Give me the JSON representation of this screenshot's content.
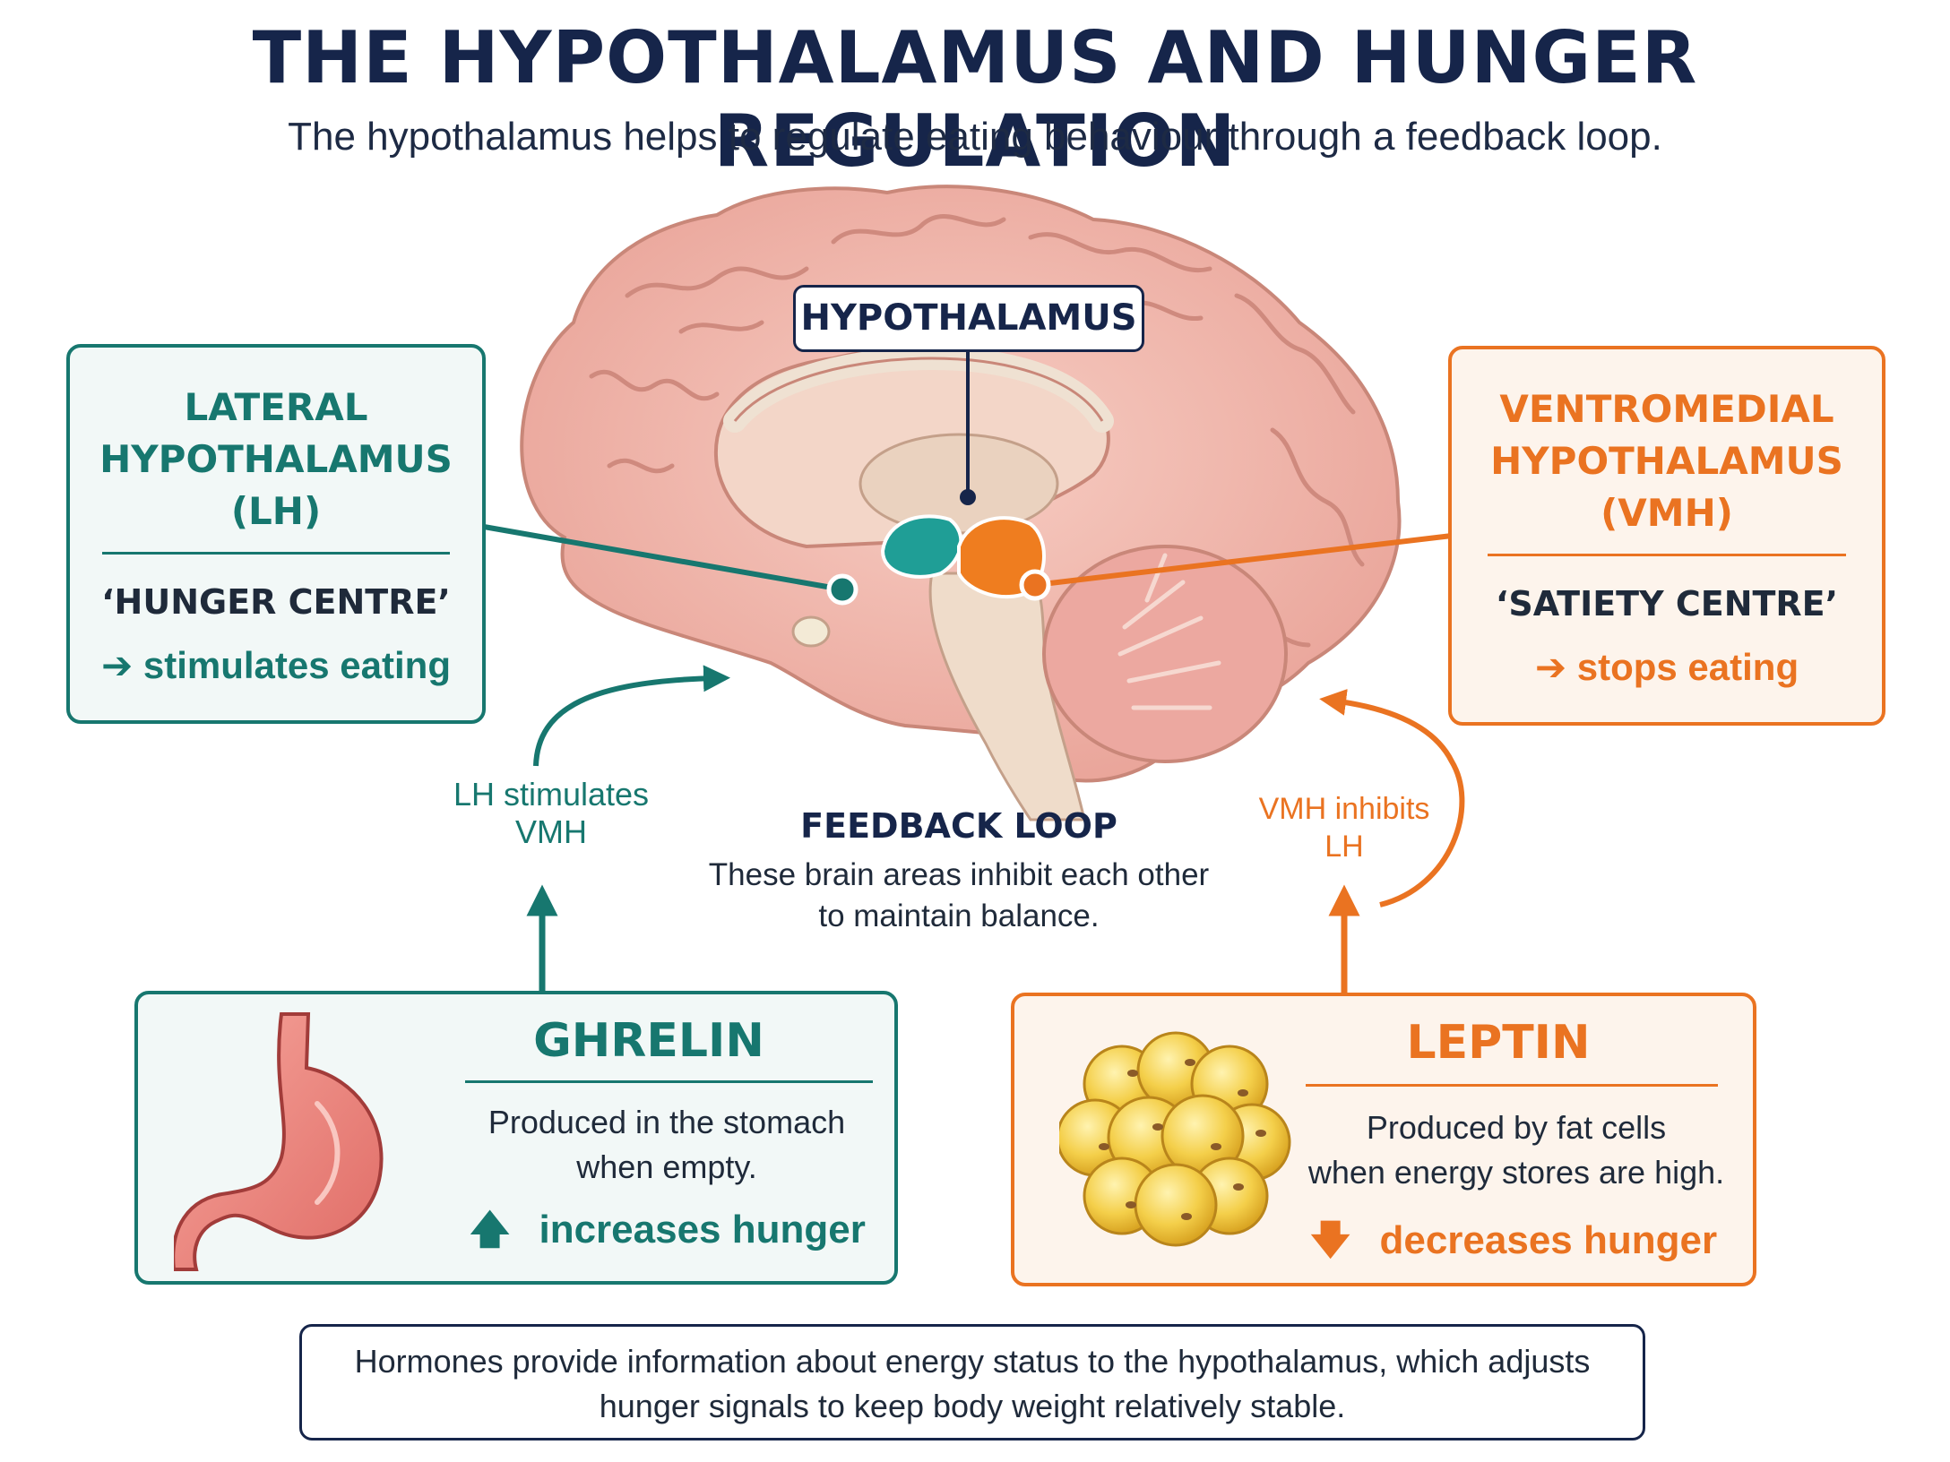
{
  "title": "THE HYPOTHALAMUS AND HUNGER REGULATION",
  "subtitle": "The hypothalamus helps to regulate eating behaviour through a feedback loop.",
  "hypothalamus_label": "HYPOTHALAMUS",
  "lh": {
    "heading_1": "LATERAL",
    "heading_2": "HYPOTHALAMUS",
    "heading_3": "(LH)",
    "nickname": "‘HUNGER CENTRE’",
    "effect": "stimulates eating"
  },
  "vmh": {
    "heading_1": "VENTROMEDIAL",
    "heading_2": "HYPOTHALAMUS",
    "heading_3": "(VMH)",
    "nickname": "‘SATIETY CENTRE’",
    "effect": "stops eating"
  },
  "loop_left_1": "LH stimulates",
  "loop_left_2": "VMH",
  "loop_right_1": "VMH inhibits",
  "loop_right_2": "LH",
  "feedback": {
    "title": "FEEDBACK LOOP",
    "line_1": "These brain areas inhibit each other",
    "line_2": "to maintain balance."
  },
  "ghrelin": {
    "title": "GHRELIN",
    "line_1": "Produced in the stomach",
    "line_2": "when empty.",
    "effect": "increases hunger"
  },
  "leptin": {
    "title": "LEPTIN",
    "line_1": "Produced by fat cells",
    "line_2": "when energy stores are high.",
    "effect": "decreases hunger"
  },
  "summary": {
    "line_1": "Hormones provide information about energy status to the hypothalamus, which adjusts",
    "line_2": "hunger signals to keep body weight relatively stable."
  },
  "colors": {
    "teal": "#17776f",
    "orange": "#ea7321",
    "navy": "#16254a",
    "brain": "#f0b3a8"
  },
  "icons": [
    "brain-illustration",
    "stomach-icon",
    "fat-cells-icon",
    "arrow-right-icon",
    "arrow-up-icon",
    "arrow-down-icon"
  ]
}
